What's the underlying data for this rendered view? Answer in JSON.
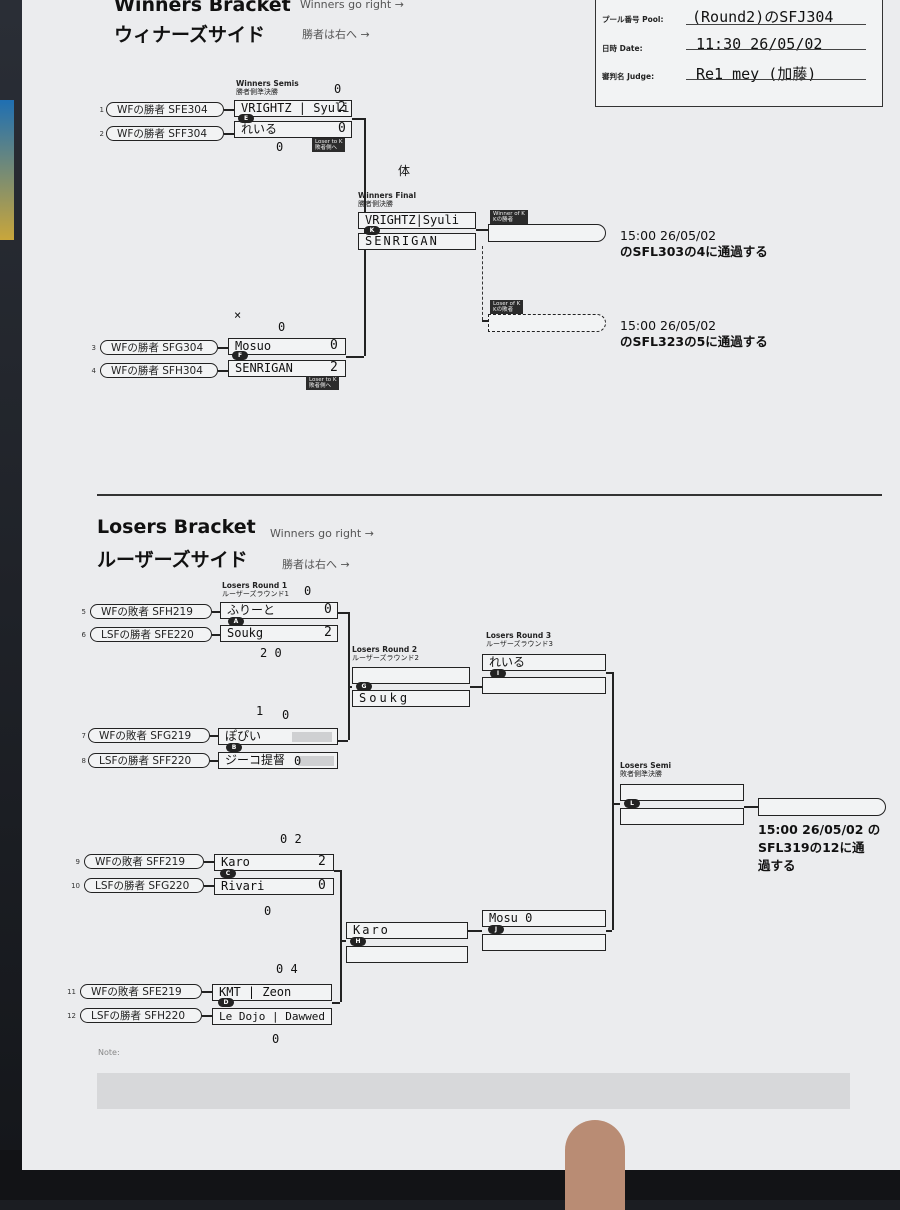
{
  "winners": {
    "title_en": "Winners Bracket",
    "title_en_sub": "Winners go right →",
    "title_jp": "ウィナーズサイド",
    "title_jp_sub": "勝者は右へ →"
  },
  "info": {
    "pool_label": "プール番号 Pool:",
    "pool_value": "(Round2)のSFJ304",
    "date_label": "日時 Date:",
    "date_value": "11:30 26/05/02",
    "judge_label": "審判名 Judge:",
    "judge_value": "Re1 mey (加藤)"
  },
  "wb_semis": {
    "label_en": "Winners Semis",
    "label_jp": "勝者側準決勝",
    "loser_to": "Loser to K",
    "loser_to_jp": "敗者側へ"
  },
  "wb_final": {
    "label_en": "Winners Final",
    "label_jp": "勝者側決勝"
  },
  "winner_of_k": {
    "label_en": "Winner of K",
    "label_jp": "Kの勝者"
  },
  "loser_of_k": {
    "label_en": "Loser of K",
    "label_jp": "Kの敗者"
  },
  "wb_sources": [
    {
      "seed": "1",
      "text": "WFの勝者 SFE304"
    },
    {
      "seed": "2",
      "text": "WFの勝者 SFF304"
    },
    {
      "seed": "3",
      "text": "WFの勝者 SFG304"
    },
    {
      "seed": "4",
      "text": "WFの勝者 SFH304"
    }
  ],
  "wb_matches": {
    "E": {
      "id": "E",
      "p1": "VRIGHTZ | Syuli",
      "s1": "2",
      "p2": "れいる",
      "s2": "0"
    },
    "F": {
      "id": "F",
      "p1": "Mosuo",
      "s1": "0",
      "p2": "SENRIGAN",
      "s2": "2"
    },
    "K": {
      "id": "K",
      "p1": "VRIGHTZ|Syuli",
      "p2": "SENRIGAN"
    }
  },
  "wb_marks": {
    "e_top": "0",
    "e_bottom": "0",
    "k_mark": "体",
    "f_top": "0",
    "f_x": "×"
  },
  "wb_results": {
    "winner_time": "15:00 26/05/02",
    "winner_dest": "のSFL303の4に通過する",
    "loser_time": "15:00 26/05/02",
    "loser_dest": "のSFL323の5に通過する"
  },
  "losers": {
    "title_en": "Losers Bracket",
    "title_en_sub": "Winners go right →",
    "title_jp": "ルーザーズサイド",
    "title_jp_sub": "勝者は右へ →"
  },
  "lb_labels": {
    "r1_en": "Losers Round 1",
    "r1_jp": "ルーザーズラウンド1",
    "r2_en": "Losers Round 2",
    "r2_jp": "ルーザーズラウンド2",
    "r3_en": "Losers Round 3",
    "r3_jp": "ルーザーズラウンド3",
    "semi_en": "Losers Semi",
    "semi_jp": "敗者側準決勝"
  },
  "lb_sources": [
    {
      "seed": "5",
      "text": "WFの敗者 SFH219"
    },
    {
      "seed": "6",
      "text": "LSFの勝者 SFE220"
    },
    {
      "seed": "7",
      "text": "WFの敗者 SFG219"
    },
    {
      "seed": "8",
      "text": "LSFの勝者 SFF220"
    },
    {
      "seed": "9",
      "text": "WFの敗者 SFF219"
    },
    {
      "seed": "10",
      "text": "LSFの勝者 SFG220"
    },
    {
      "seed": "11",
      "text": "WFの敗者 SFE219"
    },
    {
      "seed": "12",
      "text": "LSFの勝者 SFH220"
    }
  ],
  "lb_matches": {
    "A": {
      "id": "A",
      "p1": "ふりーと",
      "s1": "0",
      "p2": "Soukg",
      "s2": "2"
    },
    "B": {
      "id": "B",
      "p1": "ぽぴい",
      "p2": "ジーコ提督"
    },
    "C": {
      "id": "C",
      "p1": "Karo",
      "s1": "2",
      "p2": "Rivari",
      "s2": "0"
    },
    "D": {
      "id": "D",
      "p1": "KMT | Zeon",
      "p2": "Le Dojo | Dawwed"
    },
    "G": {
      "id": "G",
      "p1": "",
      "p2": "Soukg"
    },
    "H": {
      "id": "H",
      "p1": "Karo",
      "p2": ""
    },
    "I": {
      "id": "I",
      "p1": "れいる",
      "p2": ""
    },
    "J": {
      "id": "J",
      "p1": "Mosu 0",
      "p2": ""
    },
    "L": {
      "id": "L",
      "p1": "",
      "p2": ""
    }
  },
  "lb_marks": {
    "a_top": "0",
    "a_bot": "2 0",
    "b_top_l": "1",
    "b_top_r": "0",
    "b_bot": "0",
    "c_top": "0 2",
    "c_bot": "0",
    "d_top": "0 4",
    "d_bot": "0"
  },
  "lb_result": {
    "time": "15:00 26/05/02 の",
    "dest1": "SFL319の12に通",
    "dest2": "過する"
  },
  "note_label": "Note:"
}
